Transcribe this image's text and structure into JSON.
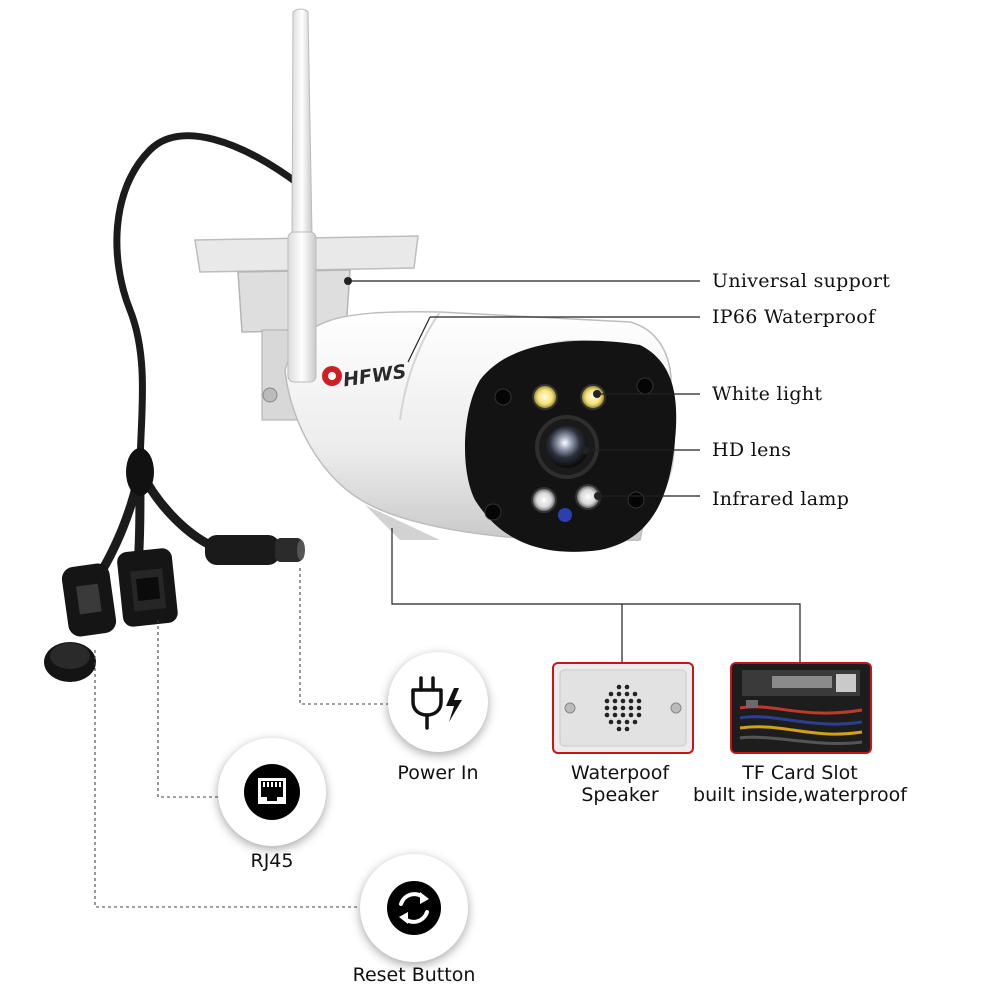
{
  "callouts": {
    "universal_support": "Universal support",
    "ip66": "IP66 Waterproof",
    "white_light": "White light",
    "hd_lens": "HD lens",
    "infrared": "Infrared lamp"
  },
  "brand": {
    "logo_text": "HFWS"
  },
  "features": {
    "power": "Power In",
    "speaker_line1": "Waterpoof",
    "speaker_line2": "Speaker",
    "tf_line1": "TF Card Slot",
    "tf_line2": "built inside,waterproof",
    "rj45": "RJ45",
    "reset": "Reset Button"
  },
  "icons": {
    "power": "power-plug-icon",
    "rj45": "ethernet-port-icon",
    "reset": "reset-arrows-icon",
    "speaker": "speaker-grille-icon",
    "tf_card": "circuit-board-photo"
  },
  "colors": {
    "accent_red": "#c8151b",
    "camera_body": "#f2f2f2",
    "lens_face": "#151515",
    "white_led": "#f4e27a"
  }
}
